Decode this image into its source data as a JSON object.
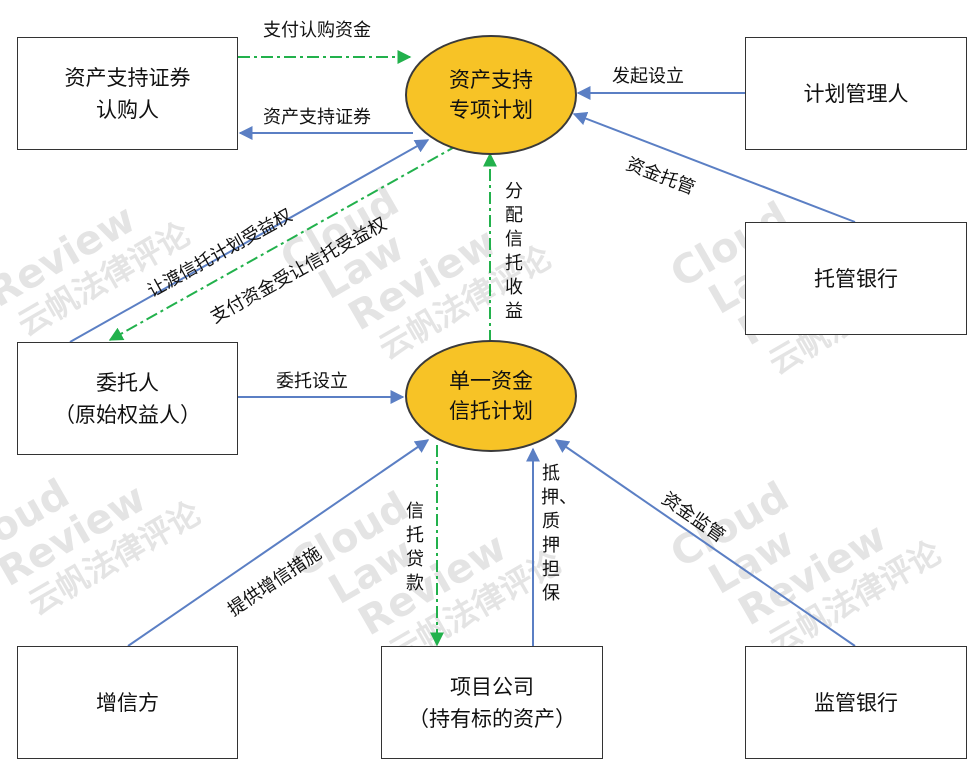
{
  "nodes": {
    "subscriber": {
      "line1": "资产支持证券",
      "line2": "认购人"
    },
    "special_plan": {
      "line1": "资产支持",
      "line2": "专项计划"
    },
    "plan_manager": {
      "line1": "计划管理人"
    },
    "custodian_bank": {
      "line1": "托管银行"
    },
    "settlor": {
      "line1": "委托人",
      "line2": "（原始权益人）"
    },
    "trust_plan": {
      "line1": "单一资金",
      "line2": "信托计划"
    },
    "guarantor": {
      "line1": "增信方"
    },
    "project_company": {
      "line1": "项目公司",
      "line2": "（持有标的资产）"
    },
    "supervising_bank": {
      "line1": "监管银行"
    }
  },
  "edges": {
    "pay_subscription": "支付认购资金",
    "abs_securities": "资产支持证券",
    "initiate_setup": "发起设立",
    "fund_custody": "资金托管",
    "transfer_beneficiary": "让渡信托计划受益权",
    "pay_for_beneficiary": "支付资金受让信托受益权",
    "distribute_income": "分配信托收益",
    "entrust_setup": "委托设立",
    "credit_enhancement": "提供增信措施",
    "trust_loan": "信托贷款",
    "pledge_guarantee": "抵押、质押担保",
    "fund_supervision": "资金监管"
  },
  "watermark": {
    "line1": "Cloud",
    "line2": "Law",
    "line3": "Review",
    "line4": "云帆法律评论"
  },
  "colors": {
    "solid_arrow": "#5b7fc4",
    "dashed_arrow": "#22b14c",
    "oval_fill": "#f7c326"
  }
}
